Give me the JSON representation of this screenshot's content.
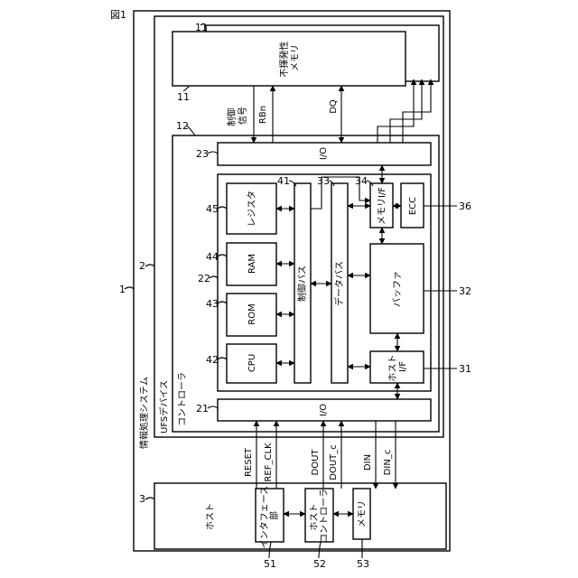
{
  "figure_label": "図1",
  "labels": {
    "system": "情報処理システム",
    "ufs_device": "UFSデバイス",
    "controller": "コントローラ",
    "nvm": "不揮発性\nメモリ",
    "io_top": "I/O",
    "io_bottom": "I/O",
    "register": "レジスタ",
    "ram": "RAM",
    "rom": "ROM",
    "cpu": "CPU",
    "control_bus": "制御バス",
    "data_bus": "データバス",
    "mem_if": "メモリI/F",
    "ecc": "ECC",
    "buffer": "バッファ",
    "host_if": "ホスト\nI/F",
    "host": "ホスト",
    "interface_unit": "インタフェース\n部",
    "host_controller": "ホスト\nコントローラ",
    "host_memory": "メモリ",
    "control_signal": "制御\n信号",
    "ribn": "RBn",
    "dq": "DQ",
    "reset": "RESET",
    "ref_clk": "REF_CLK",
    "dout": "DOUT",
    "dout_c": "DOUT_c",
    "din": "DIN",
    "din_c": "DIN_c"
  },
  "refs": {
    "r1": "1",
    "r2": "2",
    "r3": "3",
    "r11a": "11",
    "r11b": "11",
    "r12": "12",
    "r21": "21",
    "r22": "22",
    "r23": "23",
    "r31": "31",
    "r32": "32",
    "r33": "33",
    "r34": "34",
    "r36": "36",
    "r41": "41",
    "r42": "42",
    "r43": "43",
    "r44": "44",
    "r45": "45",
    "r51": "51",
    "r52": "52",
    "r53": "53"
  }
}
